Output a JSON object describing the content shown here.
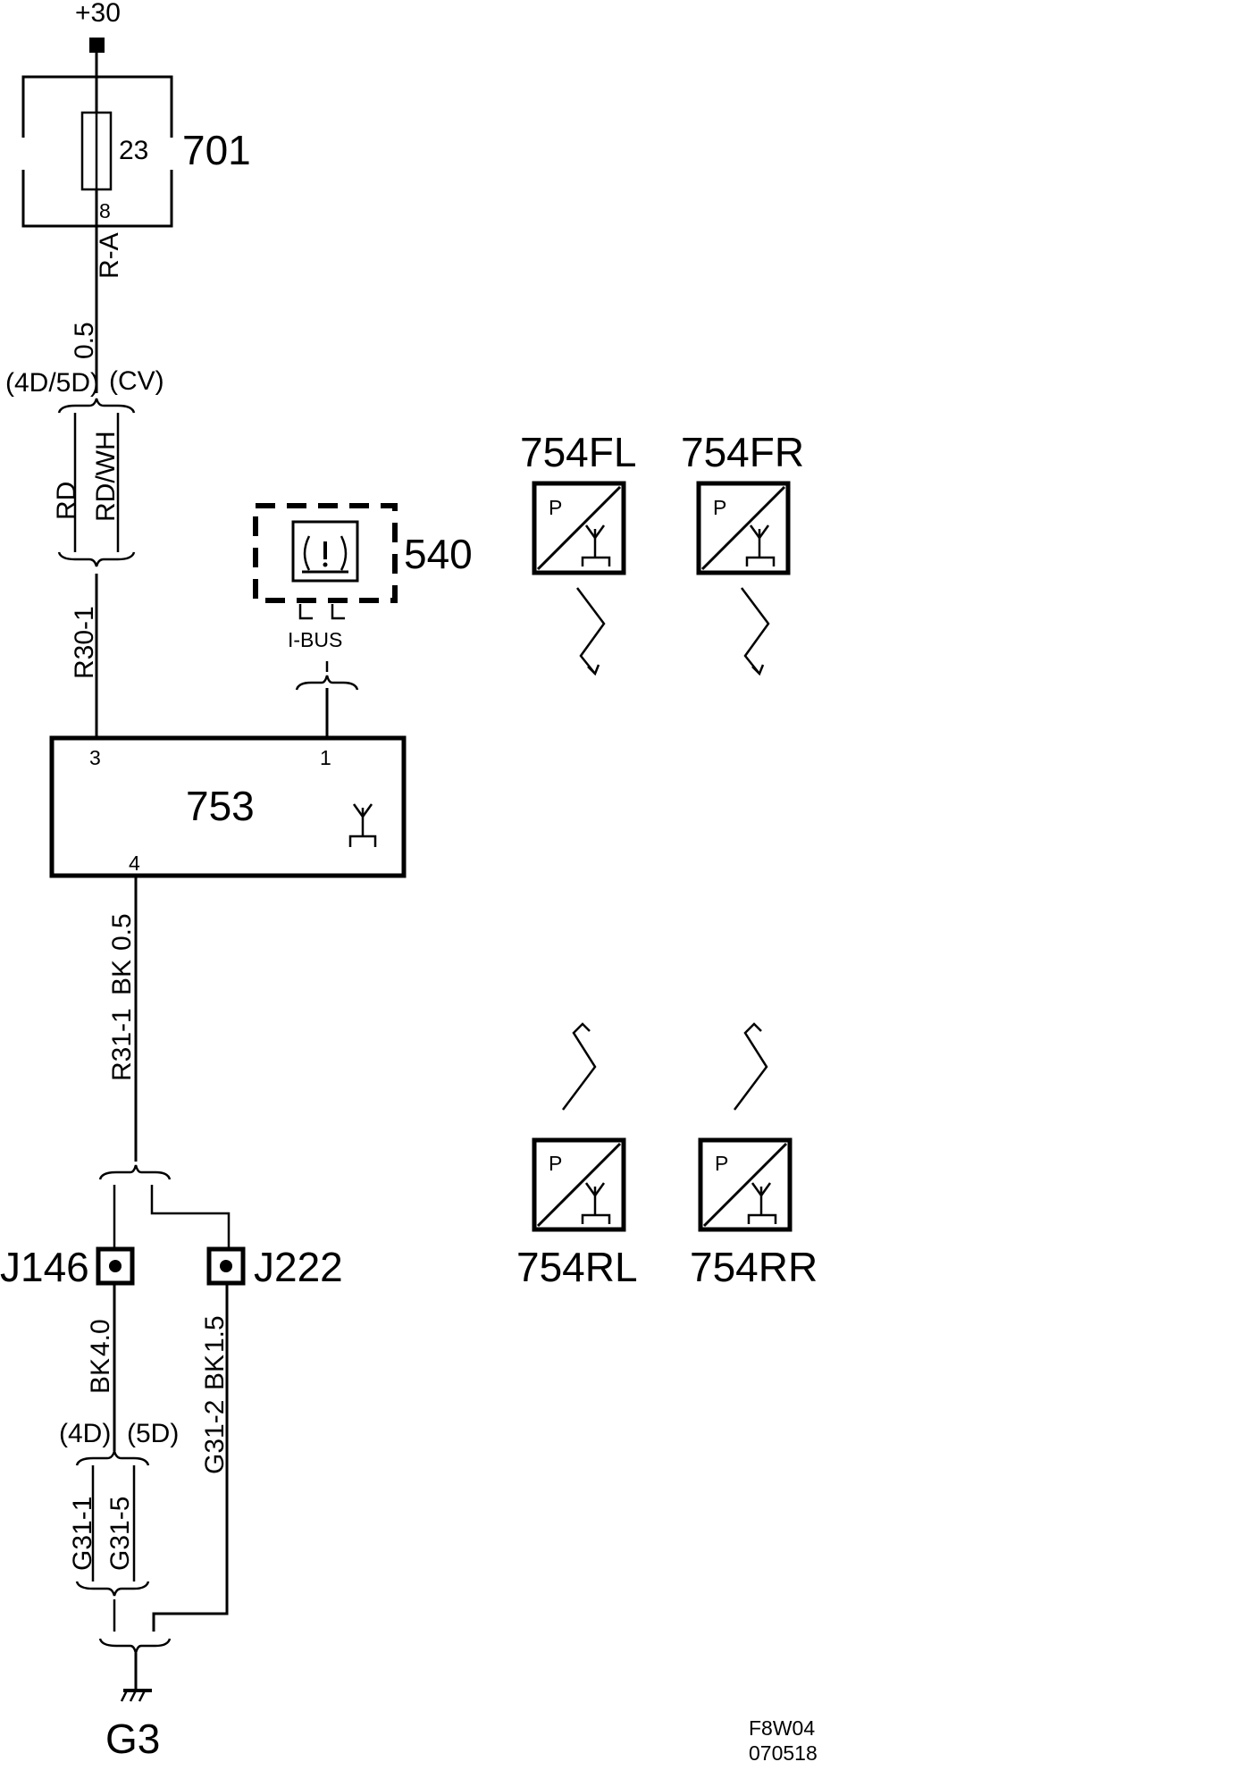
{
  "supply": "+30",
  "fusebox": {
    "id": "701",
    "fuse": "23",
    "pin": "8"
  },
  "wire_fuse": {
    "conn": "R-A",
    "size": "0.5"
  },
  "variants_top": {
    "left": "(4D/5D)",
    "right": "(CV)"
  },
  "color_rd": "RD",
  "color_rdwh": "RD/WH",
  "conn_r30": "R30-1",
  "display": {
    "id": "540",
    "bus": "I-BUS"
  },
  "module": {
    "id": "753",
    "pin3": "3",
    "pin1": "1",
    "pin4": "4"
  },
  "wire_ground": {
    "size": "0.5",
    "color": "BK",
    "conn": "R31-1"
  },
  "sensors": {
    "fl": "754FL",
    "fr": "754FR",
    "rl": "754RL",
    "rr": "754RR",
    "pressure_symbol": "P"
  },
  "junction_left": {
    "id": "J146",
    "color": "BK",
    "size": "4.0"
  },
  "junction_right": {
    "id": "J222",
    "conn": "G31-2",
    "color": "BK",
    "size": "1.5"
  },
  "variants_bottom": {
    "left": "(4D)",
    "right": "(5D)"
  },
  "conn_g31_1": "G31-1",
  "conn_g31_5": "G31-5",
  "ground": "G3",
  "footer": {
    "code": "F8W04",
    "date": "070518"
  }
}
